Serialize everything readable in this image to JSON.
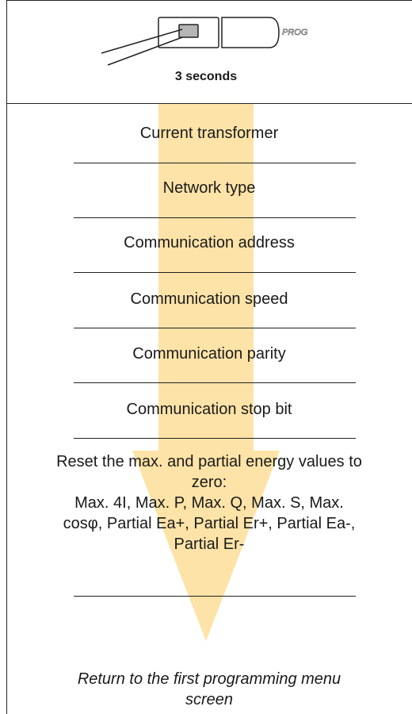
{
  "prog_label": "PROG",
  "hold_duration": "3 seconds",
  "steps": [
    "Current transformer",
    "Network type",
    "Communication address",
    "Communication speed",
    "Communication parity",
    "Communication stop bit"
  ],
  "reset_step": {
    "line1": "Reset the max. and partial energy values to",
    "line2": "zero:",
    "line3": "Max. 4I, Max. P, Max. Q, Max. S, Max.",
    "line4": "cosφ, Partial Ea+, Partial Er+, Partial Ea-,",
    "line5": "Partial Er-"
  },
  "final_step": {
    "line1": "Return to the first programming menu",
    "line2": "screen"
  },
  "colors": {
    "arrow": "#fde3a7",
    "outline": "#222222"
  }
}
